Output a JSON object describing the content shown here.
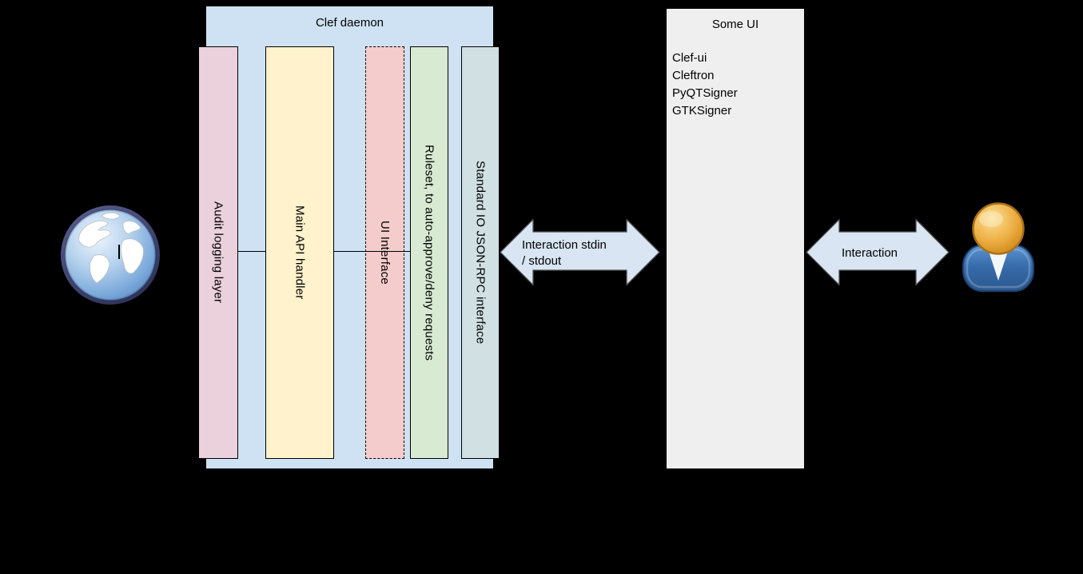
{
  "background_color": "#000000",
  "clef_daemon": {
    "title": "Clef daemon",
    "fill": "#cfe2f3",
    "layers": [
      {
        "label": "Audit logging layer",
        "fill": "#ead1dc",
        "border": "solid"
      },
      {
        "label": "Main API handler",
        "fill": "#fff2cc",
        "border": "solid"
      },
      {
        "label": "UI Interface",
        "fill": "#f4cccc",
        "border": "dashed"
      },
      {
        "label": "Ruleset, to auto-approve/deny requests",
        "fill": "#d9ead3",
        "border": "solid"
      },
      {
        "label": "Standard IO JSON-RPC interface",
        "fill": "#d0e0e3",
        "border": "solid"
      }
    ]
  },
  "some_ui": {
    "title": "Some UI",
    "fill": "#efefef",
    "items": [
      "Clef-ui",
      "Cleftron",
      "PyQTSigner",
      "GTKSigner"
    ]
  },
  "arrows": {
    "fill": "#d9e5f3",
    "stroke": "#4d4d4d",
    "left_arrow": {
      "label_lines": [
        "Interaction stdin",
        "/ stdout"
      ]
    },
    "right_arrow": {
      "label": "Interaction"
    }
  },
  "icons": {
    "left": "globe-icon",
    "right": "user-icon"
  }
}
